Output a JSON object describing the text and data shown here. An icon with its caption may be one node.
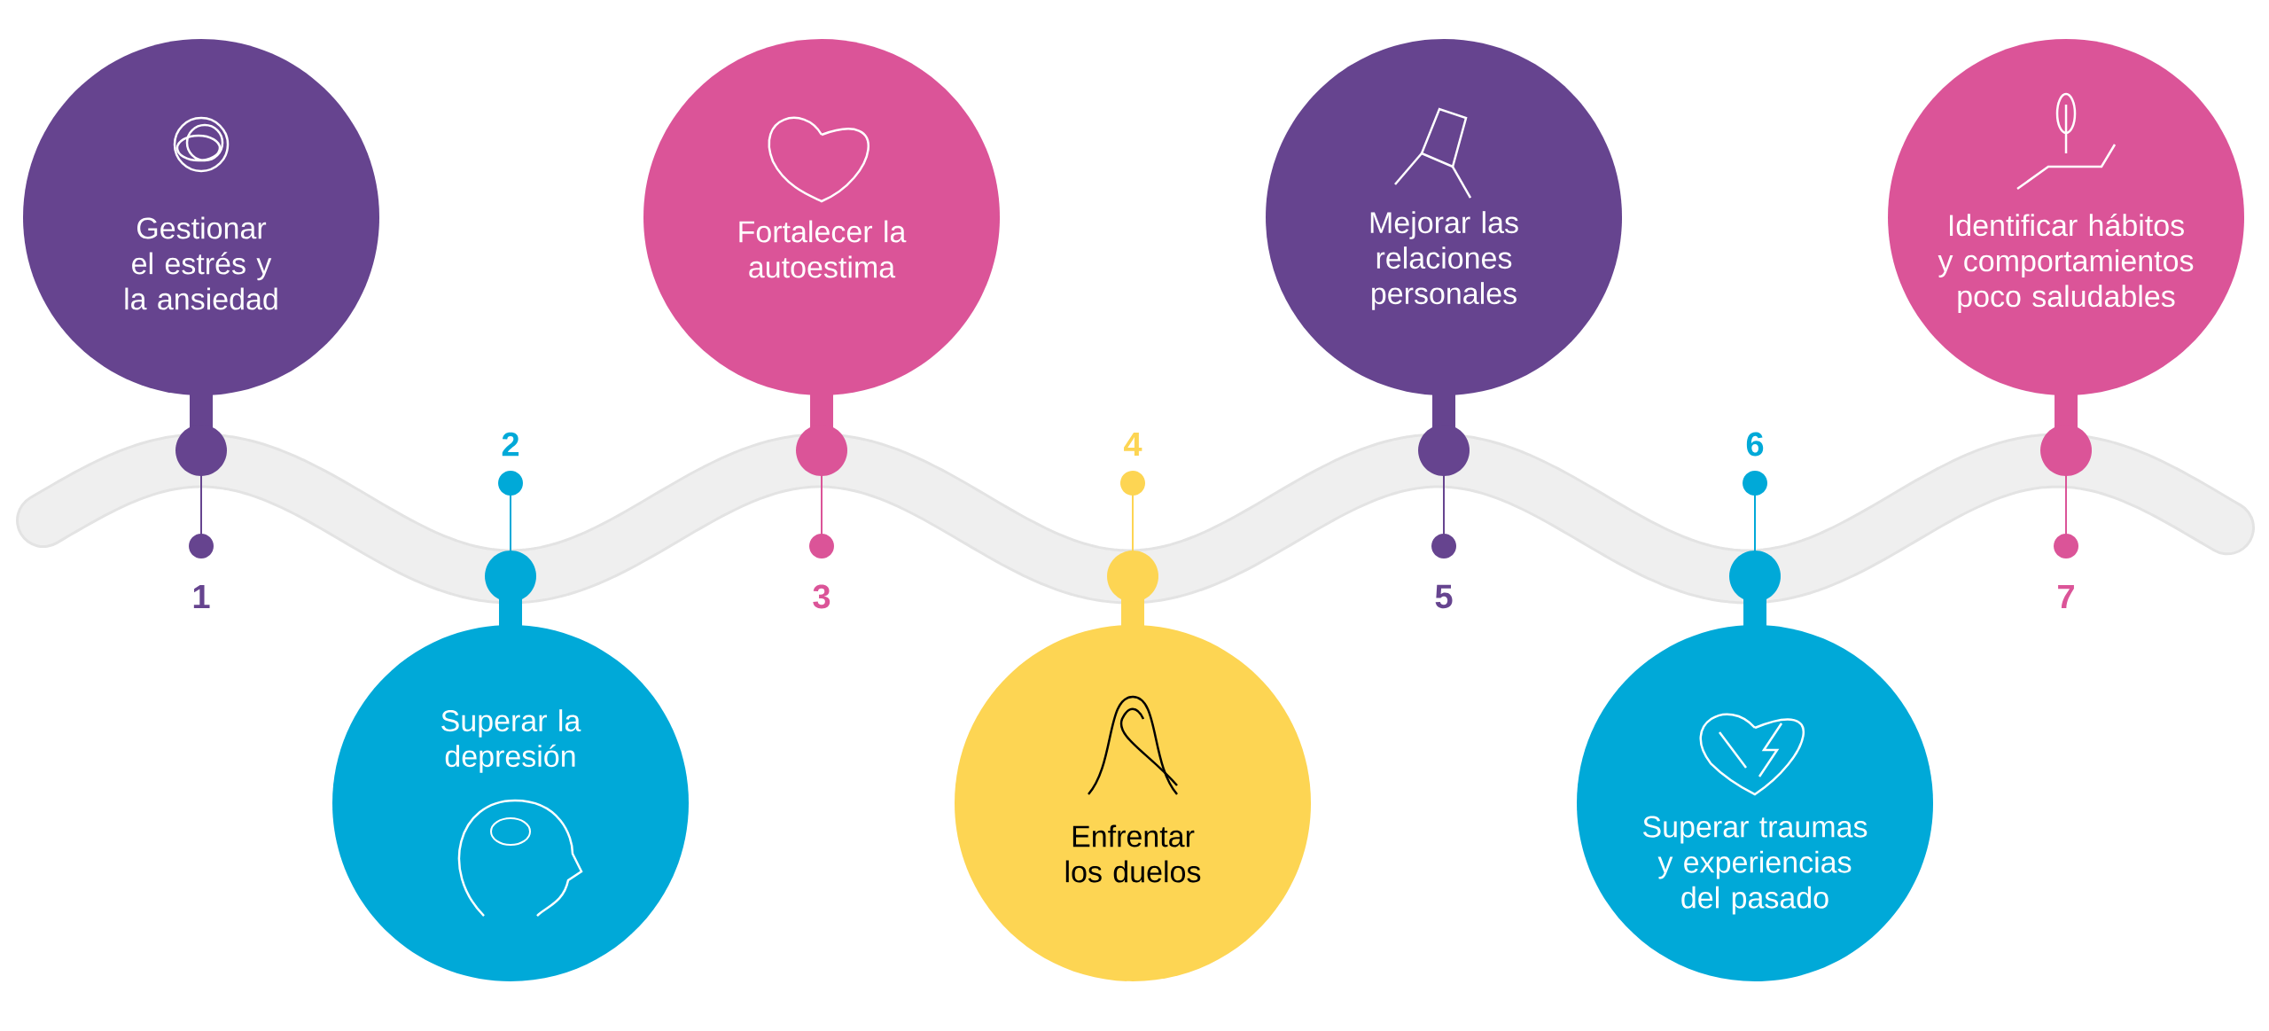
{
  "diagram": {
    "nodes": [
      {
        "text": [
          "Gestionar el estrés y la ansiedad"
        ],
        "beside": [
          "1"
        ]
      },
      {
        "text": [
          "Superar la depresión"
        ],
        "beside": [
          "2"
        ]
      },
      {
        "text": [
          "Fortalecer la autoestima"
        ],
        "beside": [
          "3"
        ]
      },
      {
        "text": [
          "Enfrentar los duelos"
        ],
        "beside": [
          "4"
        ]
      },
      {
        "text": [
          "Mejorar las relaciones personales"
        ],
        "beside": [
          "5"
        ]
      },
      {
        "text": [
          "Superar traumas y experiencias del pasado"
        ],
        "beside": [
          "6"
        ]
      },
      {
        "text": [
          "Identificar hábitos y comportamientos poco saludables"
        ],
        "beside": [
          "7"
        ]
      }
    ]
  }
}
